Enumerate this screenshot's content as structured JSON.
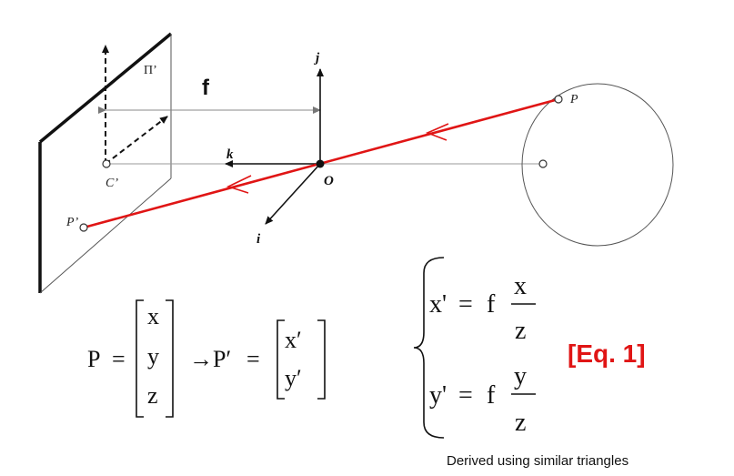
{
  "labels": {
    "image_plane": "Π’",
    "focal_length": "f",
    "axis_j": "j",
    "axis_k": "k",
    "axis_i": "i",
    "origin": "O",
    "principal_point": "C’",
    "point_P": "P",
    "point_P_image": "P’"
  },
  "equations": {
    "P_label": "P",
    "equals": "=",
    "arrow": "→",
    "P_image_label": "P′",
    "vector_P": [
      "x",
      "y",
      "z"
    ],
    "vector_P_image": [
      "x′",
      "y′"
    ],
    "eq1_lhs": "x'",
    "eq1_rhs_f": "f",
    "eq1_num": "x",
    "eq1_den": "z",
    "eq2_lhs": "y'",
    "eq2_rhs_f": "f",
    "eq2_num": "y",
    "eq2_den": "z",
    "equation_ref": "[Eq. 1]"
  },
  "caption": "Derived using similar triangles",
  "colors": {
    "ray": "#e01515",
    "equation_ref": "#e01515",
    "lines": "#111111",
    "guides": "#999999"
  }
}
